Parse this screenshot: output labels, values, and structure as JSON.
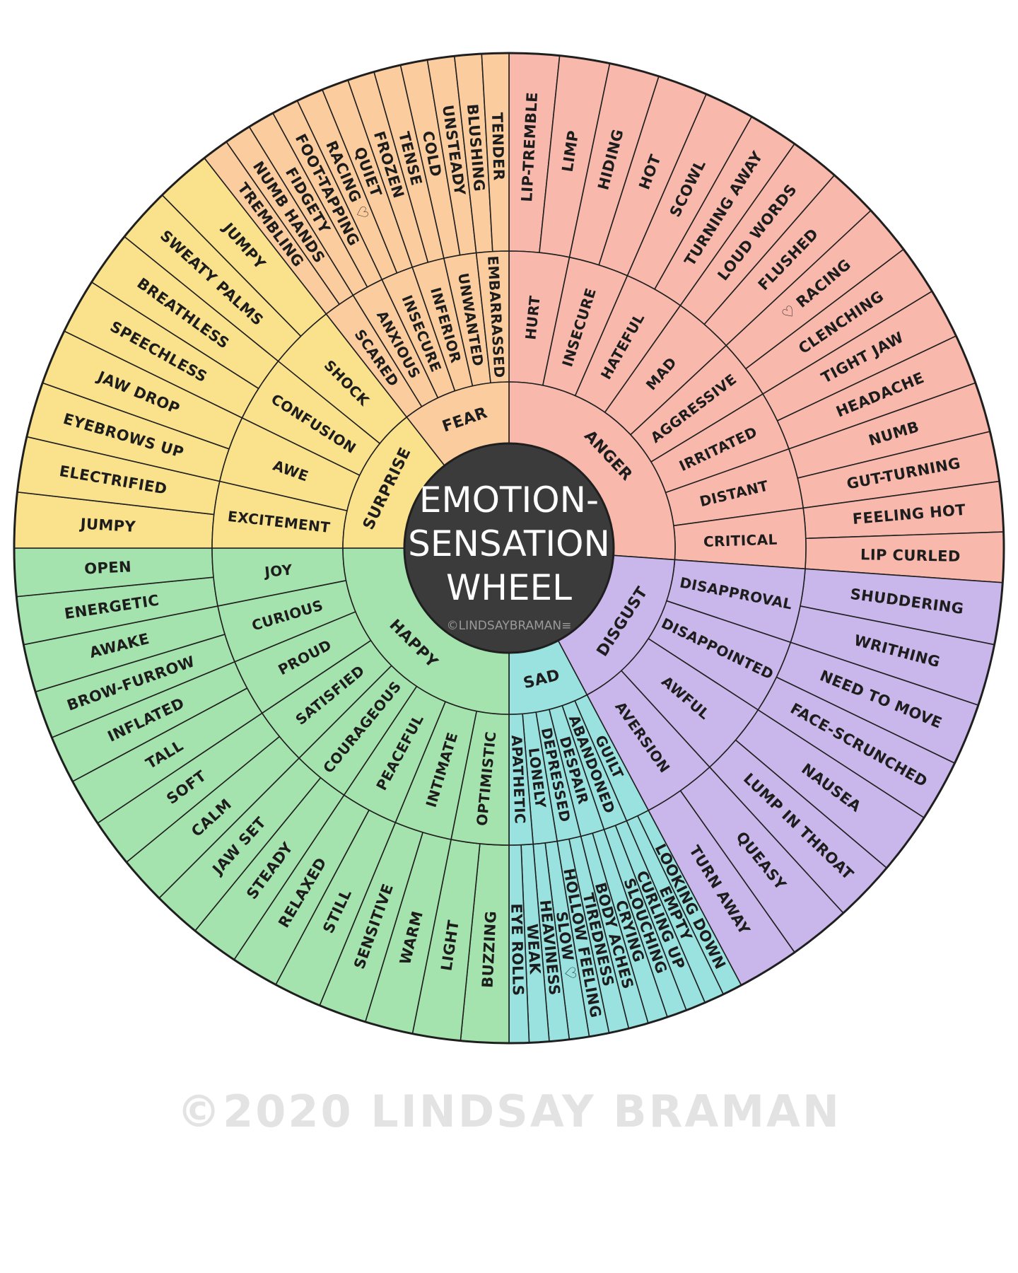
{
  "wheel": {
    "title_lines": [
      "EMOTION-",
      "SENSATION",
      "WHEEL"
    ],
    "credit": "©LINDSAYBRAMAN≡",
    "copyright": "©2020 LINDSAY BRAMAN",
    "categories": [
      {
        "name": "Anger",
        "color": "#f8b8ac",
        "emotions": [
          "Hurt",
          "Insecure",
          "Hateful",
          "Mad",
          "Aggressive",
          "Irritated",
          "Distant",
          "Critical"
        ],
        "sensations": [
          "Lip-Tremble",
          "Limp",
          "Hiding",
          "Hot",
          "Scowl",
          "Turning Away",
          "Loud Words",
          "Flushed",
          "♡ Racing",
          "Clenching",
          "Tight Jaw",
          "Headache",
          "Numb",
          "Gut-Turning",
          "Feeling Hot",
          "Lip Curled"
        ]
      },
      {
        "name": "Disgust",
        "color": "#c9b6ea",
        "emotions": [
          "Disapproval",
          "Disappointed",
          "Awful",
          "Aversion"
        ],
        "sensations": [
          "Shuddering",
          "Writhing",
          "Need To Move",
          "Face-Scrunched",
          "Nausea",
          "Lump In Throat",
          "Queasy",
          "Turn Away"
        ]
      },
      {
        "name": "Sad",
        "color": "#99e2df",
        "emotions": [
          "Guilt",
          "Abandoned",
          "Despair",
          "Depressed",
          "Lonely",
          "Apathetic"
        ],
        "sensations": [
          "Looking Down",
          "Empty",
          "Curling Up",
          "Slouching",
          "Crying",
          "Body Aches",
          "Tiredness",
          "Hollow Feeling",
          "Slow ♡",
          "Heaviness",
          "Weak",
          "Eye Rolls"
        ]
      },
      {
        "name": "Happy",
        "color": "#a4e3ad",
        "emotions": [
          "Optimistic",
          "Intimate",
          "Peaceful",
          "Courageous",
          "Satisfied",
          "Proud",
          "Curious",
          "Joy"
        ],
        "sensations": [
          "Buzzing",
          "Light",
          "Warm",
          "Sensitive",
          "Still",
          "Relaxed",
          "Steady",
          "Jaw Set",
          "Calm",
          "Soft",
          "Tall",
          "Inflated",
          "Brow-Furrow",
          "Awake",
          "Energetic",
          "Open"
        ]
      },
      {
        "name": "Surprise",
        "color": "#fae28c",
        "emotions": [
          "Excitement",
          "Awe",
          "Confusion",
          "Shock"
        ],
        "sensations": [
          "Jumpy",
          "Electrified",
          "Eyebrows Up",
          "Jaw Drop",
          "Speechless",
          "Breathless",
          "Sweaty Palms",
          "Jumpy"
        ]
      },
      {
        "name": "Fear",
        "color": "#fbcc9d",
        "emotions": [
          "Scared",
          "Anxious",
          "Insecure",
          "Inferior",
          "Unwanted",
          "Embarrassed"
        ],
        "sensations": [
          "Trembling",
          "Numb Hands",
          "Fidgety",
          "Foot-Tapping",
          "Racing ♡",
          "Quiet",
          "Frozen",
          "Tense",
          "Cold",
          "Unsteady",
          "Blushing",
          "Tender"
        ]
      }
    ]
  }
}
